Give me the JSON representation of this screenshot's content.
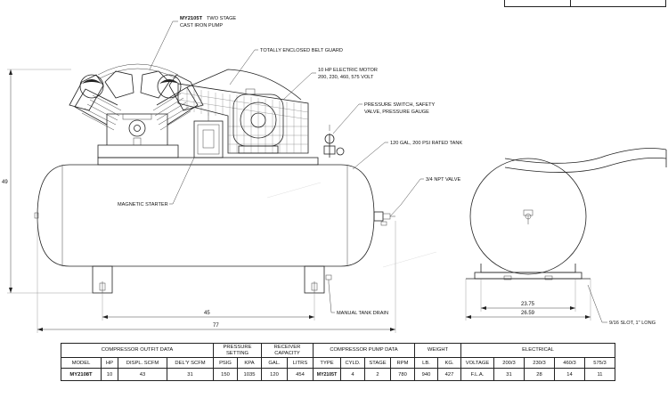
{
  "labels": {
    "pump_model": "MY2105T",
    "pump_desc_1": "TWO STAGE",
    "pump_desc_2": "CAST IRON PUMP",
    "belt_guard": "TOTALLY ENCLOSED BELT GUARD",
    "motor_1": "10 HP ELECTRIC MOTOR",
    "motor_2": "200, 230, 460, 575 VOLT",
    "switch_1": "PRESSURE SWITCH, SAFETY",
    "switch_2": "VALVE, PRESSURE GAUGE",
    "tank": "120 GAL, 200 PSI RATED TANK",
    "valve": "3/4 NPT VALVE",
    "starter": "MAGNETIC STARTER",
    "drain": "MANUAL TANK DRAIN",
    "slot": "9/16 SLOT, 1\" LONG"
  },
  "dimensions": {
    "height": "49",
    "leg_spacing": "45",
    "overall_length": "77",
    "foot_width": "23.75",
    "base_width": "26.59"
  },
  "table": {
    "groups": {
      "outfit": "COMPRESSOR OUTFIT DATA",
      "pressure": "PRESSURE SETTING",
      "receiver": "RECEIVER CAPACITY",
      "pump": "COMPRESSOR PUMP DATA",
      "weight": "WEIGHT",
      "electrical": "ELECTRICAL"
    },
    "headers": [
      "MODEL",
      "HP",
      "DISPL. SCFM",
      "DEL'Y SCFM",
      "PSIG",
      "KPA",
      "GAL.",
      "LITRS",
      "TYPE",
      "CYLD.",
      "STAGE",
      "RPM",
      "LB.",
      "KG.",
      "VOLTAGE",
      "200/3",
      "230/3",
      "460/3",
      "575/3"
    ],
    "row": [
      "MY2108T",
      "10",
      "43",
      "31",
      "150",
      "1035",
      "120",
      "454",
      "MY2105T",
      "4",
      "2",
      "780",
      "940",
      "427",
      "F.L.A.",
      "31",
      "28",
      "14",
      "11"
    ]
  }
}
